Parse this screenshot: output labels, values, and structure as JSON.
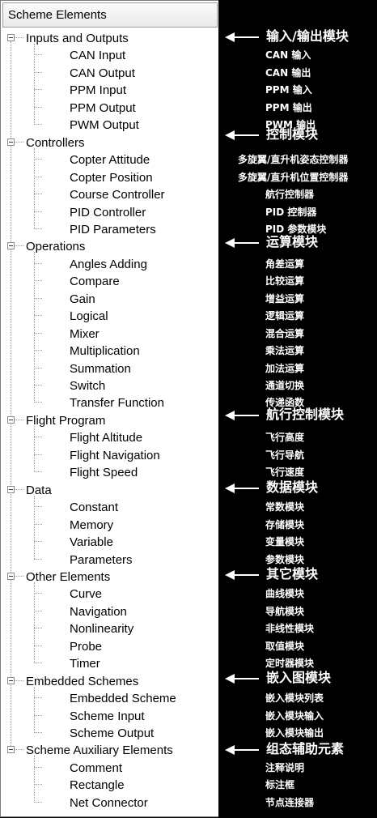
{
  "panel": {
    "header": "Scheme Elements"
  },
  "groups": [
    {
      "label": "Inputs and Outputs",
      "note": "输入/输出模块",
      "items": [
        {
          "label": "CAN Input",
          "note": "CAN  输入"
        },
        {
          "label": "CAN Output",
          "note": "CAN  输出"
        },
        {
          "label": "PPM Input",
          "note": "PPM  输入"
        },
        {
          "label": "PPM Output",
          "note": "PPM  输出"
        },
        {
          "label": "PWM Output",
          "note": "PWM 输出"
        }
      ]
    },
    {
      "label": "Controllers",
      "note": "控制模块",
      "items": [
        {
          "label": "Copter Attitude",
          "note": "多旋翼/直升机姿态控制器"
        },
        {
          "label": "Copter Position",
          "note": "多旋翼/直升机位置控制器"
        },
        {
          "label": "Course Controller",
          "note": "航行控制器"
        },
        {
          "label": "PID Controller",
          "note": "PID 控制器"
        },
        {
          "label": "PID Parameters",
          "note": "PID 参数模块"
        }
      ]
    },
    {
      "label": "Operations",
      "note": "运算模块",
      "items": [
        {
          "label": "Angles Adding",
          "note": "角差运算"
        },
        {
          "label": "Compare",
          "note": "比较运算"
        },
        {
          "label": "Gain",
          "note": "增益运算"
        },
        {
          "label": "Logical",
          "note": "逻辑运算"
        },
        {
          "label": "Mixer",
          "note": "混合运算"
        },
        {
          "label": "Multiplication",
          "note": "乘法运算"
        },
        {
          "label": "Summation",
          "note": "加法运算"
        },
        {
          "label": "Switch",
          "note": "通道切换"
        },
        {
          "label": "Transfer Function",
          "note": "传递函数"
        }
      ]
    },
    {
      "label": "Flight Program",
      "note": "航行控制模块",
      "items": [
        {
          "label": "Flight Altitude",
          "note": "飞行高度"
        },
        {
          "label": "Flight Navigation",
          "note": "飞行导航"
        },
        {
          "label": "Flight Speed",
          "note": "飞行速度"
        }
      ]
    },
    {
      "label": "Data",
      "note": "数据模块",
      "items": [
        {
          "label": "Constant",
          "note": "常数模块"
        },
        {
          "label": "Memory",
          "note": "存储模块"
        },
        {
          "label": "Variable",
          "note": "变量模块"
        },
        {
          "label": "Parameters",
          "note": "参数模块"
        }
      ]
    },
    {
      "label": "Other Elements",
      "note": "其它模块",
      "items": [
        {
          "label": "Curve",
          "note": "曲线模块"
        },
        {
          "label": "Navigation",
          "note": "导航模块"
        },
        {
          "label": "Nonlinearity",
          "note": "非线性模块"
        },
        {
          "label": "Probe",
          "note": "取值模块"
        },
        {
          "label": "Timer",
          "note": "定时器模块"
        }
      ]
    },
    {
      "label": "Embedded Schemes",
      "note": "嵌入图模块",
      "items": [
        {
          "label": "Embedded Scheme",
          "note": "嵌入模块列表"
        },
        {
          "label": "Scheme Input",
          "note": "嵌入模块输入"
        },
        {
          "label": "Scheme Output",
          "note": "嵌入模块输出"
        }
      ]
    },
    {
      "label": "Scheme  Auxiliary Elements",
      "note": "组态辅助元素",
      "items": [
        {
          "label": "Comment",
          "note": "注释说明"
        },
        {
          "label": "Rectangle",
          "note": "标注框"
        },
        {
          "label": "Net Connector",
          "note": "节点连接器"
        }
      ]
    }
  ]
}
